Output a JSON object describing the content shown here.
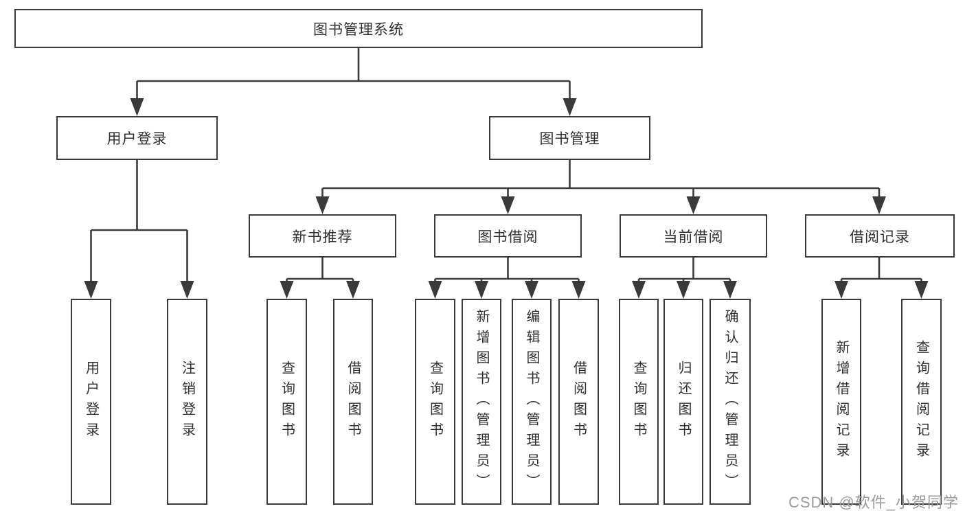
{
  "diagram": {
    "root": {
      "label": "图书管理系统",
      "children": [
        {
          "label": "用户登录",
          "children": [
            {
              "label": "用户登录"
            },
            {
              "label": "注销登录"
            }
          ]
        },
        {
          "label": "图书管理",
          "children": [
            {
              "label": "新书推荐",
              "children": [
                {
                  "label": "查询图书"
                },
                {
                  "label": "借阅图书"
                }
              ]
            },
            {
              "label": "图书借阅",
              "children": [
                {
                  "label": "查询图书"
                },
                {
                  "label": "新增图书（管理员）"
                },
                {
                  "label": "编辑图书（管理员）"
                },
                {
                  "label": "借阅图书"
                }
              ]
            },
            {
              "label": "当前借阅",
              "children": [
                {
                  "label": "查询图书"
                },
                {
                  "label": "归还图书"
                },
                {
                  "label": "确认归还（管理员）"
                }
              ]
            },
            {
              "label": "借阅记录",
              "children": [
                {
                  "label": "新增借阅记录"
                },
                {
                  "label": "查询借阅记录"
                }
              ]
            }
          ]
        }
      ]
    }
  },
  "watermark": {
    "text": "CSDN @软件_小贺同学"
  },
  "colors": {
    "line": "#3a3a3a",
    "text": "#303030",
    "watermark": "#9b9b9b",
    "background": "#ffffff"
  }
}
